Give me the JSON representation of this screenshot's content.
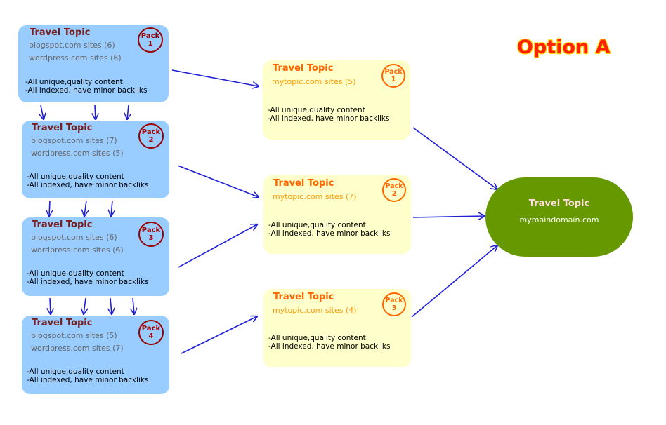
{
  "option_label": "Option A",
  "pack_word": "Pack",
  "tier1": [
    {
      "title": "Travel Topic",
      "line1": "blogspot.com sites (6)",
      "line2": "wordpress.com sites (6)",
      "pack": "1",
      "desc1": "-All unique,quality content",
      "desc2": "-All indexed, have minor backliks"
    },
    {
      "title": "Travel Topic",
      "line1": "blogspot.com sites (7)",
      "line2": "wordpress.com sites (5)",
      "pack": "2",
      "desc1": "-All unique,quality content",
      "desc2": "-All indexed, have minor backliks"
    },
    {
      "title": "Travel Topic",
      "line1": "blogspot.com sites (6)",
      "line2": "wordpress.com sites (6)",
      "pack": "3",
      "desc1": "-All unique,quality content",
      "desc2": "-All indexed, have minor backliks"
    },
    {
      "title": "Travel Topic",
      "line1": "blogspot.com sites (5)",
      "line2": "wordpress.com sites (7)",
      "pack": "4",
      "desc1": "-All unique,quality content",
      "desc2": "-All indexed, have minor backliks"
    }
  ],
  "tier2": [
    {
      "title": "Travel Topic",
      "line1": "mytopic.com sites (5)",
      "pack": "1",
      "desc1": "-All unique,quality content",
      "desc2": "-All indexed, have minor backliks"
    },
    {
      "title": "Travel Topic",
      "line1": "mytopic.com sites (7)",
      "pack": "2",
      "desc1": "-All unique,quality content",
      "desc2": "-All indexed, have minor backliks"
    },
    {
      "title": "Travel Topic",
      "line1": "mytopic.com sites (4)",
      "pack": "3",
      "desc1": "-All unique,quality content",
      "desc2": "-All indexed, have minor backliks"
    }
  ],
  "target": {
    "title": "Travel Topic",
    "domain": "mymaindomain.com"
  },
  "colors": {
    "arrow": "#1f1fd6",
    "tier1_fill": "#99ccff",
    "tier2_fill": "#ffffcc",
    "target_fill": "#669900",
    "option_text": "#ff2200",
    "option_outline": "#ffd700"
  }
}
